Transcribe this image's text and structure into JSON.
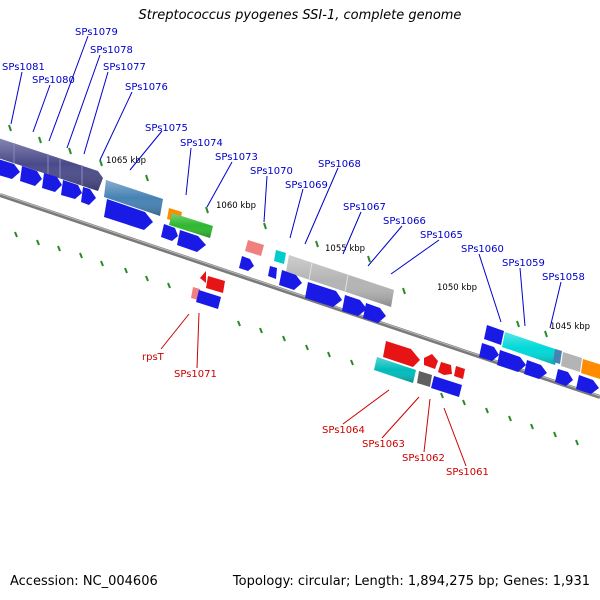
{
  "title": "Streptococcus pyogenes SSI-1, complete genome",
  "footer": {
    "accession": "Accession: NC_004606",
    "summary": "Topology: circular; Length: 1,894,275 bp; Genes: 1,931"
  },
  "scale": {
    "ticks": [
      "1065 kbp",
      "1060 kbp",
      "1055 kbp",
      "1050 kbp",
      "1045 kbp"
    ]
  },
  "colors": {
    "backbone": "#7a7a7a",
    "label_blue": "#0000cc",
    "label_red": "#cc0000",
    "gene_blue": "#1a1ae6",
    "gene_red": "#e61414",
    "gene_lightred": "#f08080",
    "gene_darkslate": "#4a4a8a",
    "gene_steelblue": "#4682b4",
    "gene_green": "#2eb82e",
    "gene_orange": "#ff8c00",
    "gene_silver": "#b4b4b4",
    "gene_cyan": "#00cccc",
    "gene_gray": "#606060",
    "tick_green": "#2a8a2a"
  },
  "labels": {
    "upper": [
      "SPs1081",
      "SPs1080",
      "SPs1079",
      "SPs1078",
      "SPs1077",
      "SPs1076",
      "SPs1075",
      "SPs1074",
      "SPs1073",
      "SPs1070",
      "SPs1069",
      "SPs1068",
      "SPs1067",
      "SPs1066",
      "SPs1065",
      "SPs1060",
      "SPs1059",
      "SPs1058"
    ],
    "lower": [
      "rpsT",
      "SPs1071",
      "SPs1064",
      "SPs1063",
      "SPs1062",
      "SPs1061"
    ]
  }
}
